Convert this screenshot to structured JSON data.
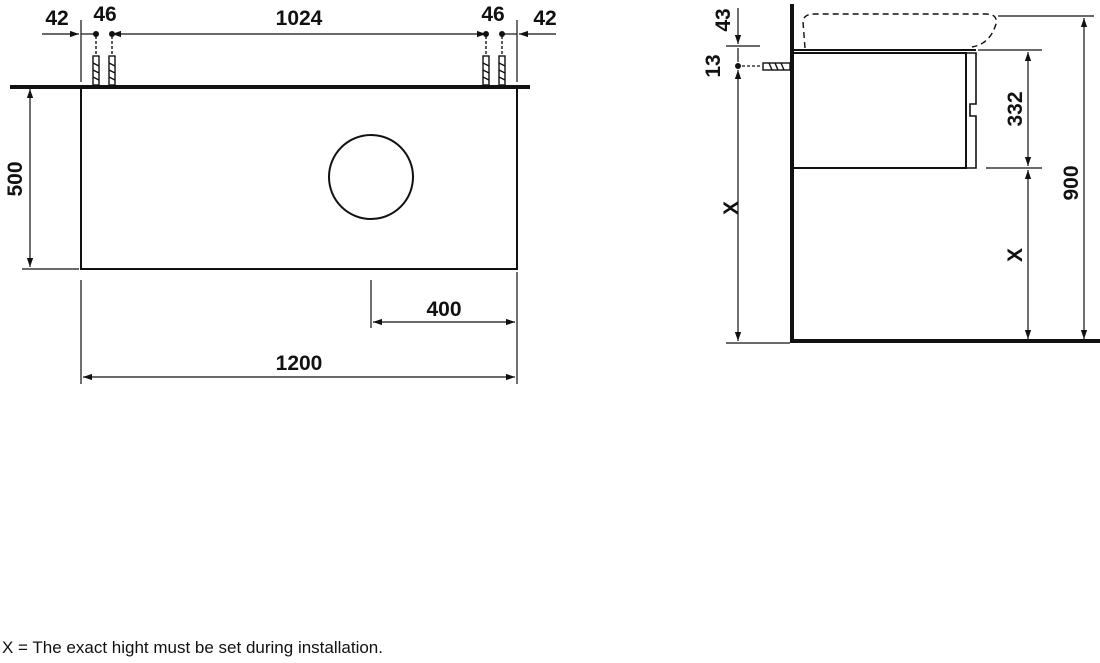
{
  "front_view": {
    "dims": {
      "edge_left": "42",
      "anchor_left": "46",
      "anchor_span": "1024",
      "anchor_right": "46",
      "edge_right": "42",
      "height": "500",
      "hole_offset": "400",
      "width": "1200"
    }
  },
  "side_view": {
    "dims": {
      "top_gap": "43",
      "anchor_height": "13",
      "height_x_left": "X",
      "drawer_height": "332",
      "height_x_right": "X",
      "total_height": "900"
    }
  },
  "footnote": "X = The exact hight must be set during installation.",
  "colors": {
    "line": "#111111",
    "background": "#ffffff"
  }
}
